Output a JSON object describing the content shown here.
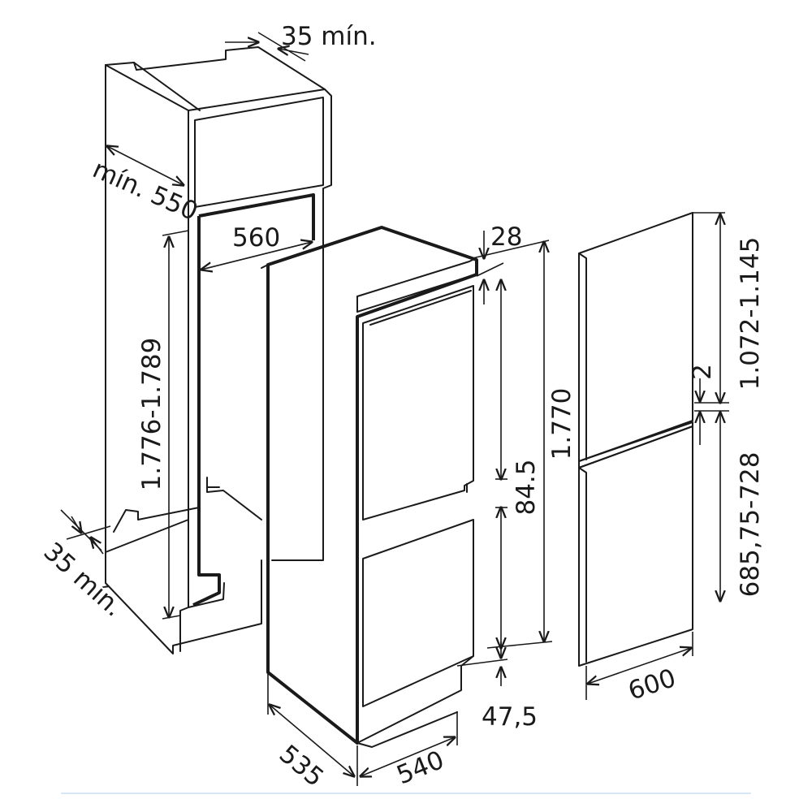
{
  "dimensions": {
    "niche_top_gap": "35 mín.",
    "niche_depth": "mín. 550",
    "niche_width": "560",
    "niche_height": "1.776-1.789",
    "niche_bottom_gap": "35 mín.",
    "top_offset": "28",
    "appliance_height": "1.770",
    "door_gap_height": "84.5",
    "bottom_offset": "47,5",
    "appliance_depth": "535",
    "appliance_width": "540",
    "door_gap": "2",
    "upper_door_height": "1.072-1.145",
    "lower_door_height": "685,75-728",
    "door_width": "600"
  },
  "colors": {
    "line": "#1a1a1a",
    "footer": "#d7e6f5"
  }
}
